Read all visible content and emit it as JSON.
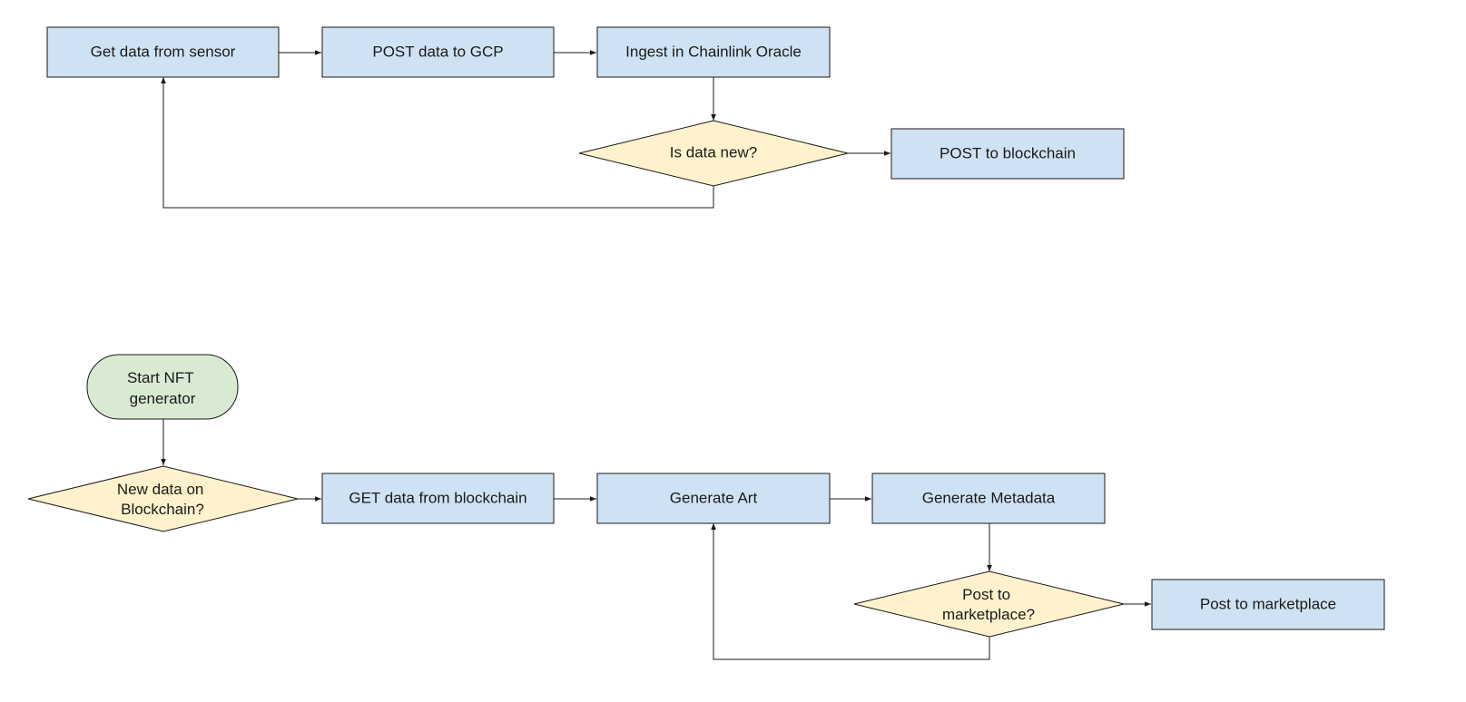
{
  "nodes": {
    "get_sensor": "Get data from sensor",
    "post_gcp": "POST data to GCP",
    "ingest_oracle": "Ingest in Chainlink Oracle",
    "is_new": "Is data new?",
    "post_blockchain": "POST to blockchain",
    "start_nft": [
      "Start NFT",
      "generator"
    ],
    "new_on_chain": [
      "New data on",
      "Blockchain?"
    ],
    "get_from_chain": "GET data from blockchain",
    "gen_art": "Generate Art",
    "gen_meta": "Generate Metadata",
    "post_market_q": [
      "Post to",
      "marketplace?"
    ],
    "post_market": "Post to marketplace"
  },
  "colors": {
    "process": "#cfe2f3",
    "decision": "#fff2cc",
    "terminal": "#d9ead3",
    "stroke": "#1a1a1a"
  }
}
